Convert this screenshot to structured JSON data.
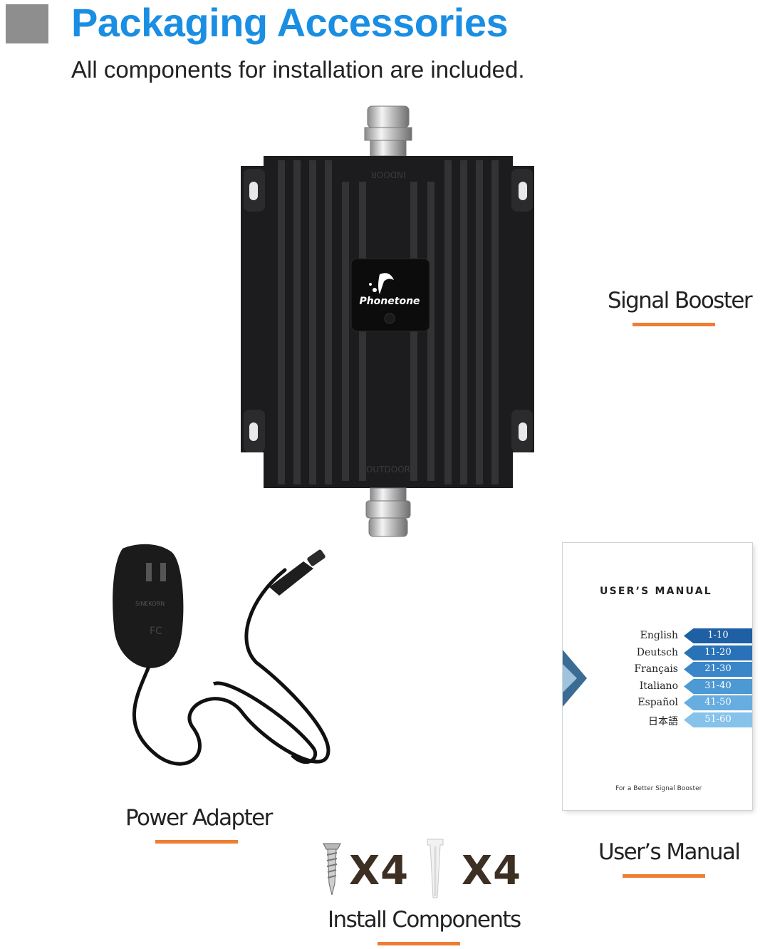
{
  "header": {
    "title": "Packaging Accessories",
    "subtitle": "All components for installation are included."
  },
  "booster": {
    "label": "Signal Booster",
    "brand": "Phonetone",
    "top_port_text": "INDOOR",
    "bottom_port_text": "OUTDOOR"
  },
  "adapter": {
    "label": "Power Adapter"
  },
  "install": {
    "label": "Install Components",
    "screw_count": "X4",
    "anchor_count": "X4"
  },
  "manual": {
    "label": "User’s Manual",
    "title": "USER’S MANUAL",
    "languages": [
      {
        "name": "English",
        "pages": "1-10",
        "color": "#1f5fa3"
      },
      {
        "name": "Deutsch",
        "pages": "11-20",
        "color": "#2a72b8"
      },
      {
        "name": "Français",
        "pages": "21-30",
        "color": "#3a86c8"
      },
      {
        "name": "Italiano",
        "pages": "31-40",
        "color": "#4c99d3"
      },
      {
        "name": "Español",
        "pages": "41-50",
        "color": "#67addf"
      },
      {
        "name": "日本語",
        "pages": "51-60",
        "color": "#86c2ea"
      }
    ],
    "footer": "For a Better Signal Booster"
  },
  "colors": {
    "title_blue": "#1a8ee3",
    "accent_orange": "#ef7d32",
    "header_square": "#8e8e8e"
  }
}
